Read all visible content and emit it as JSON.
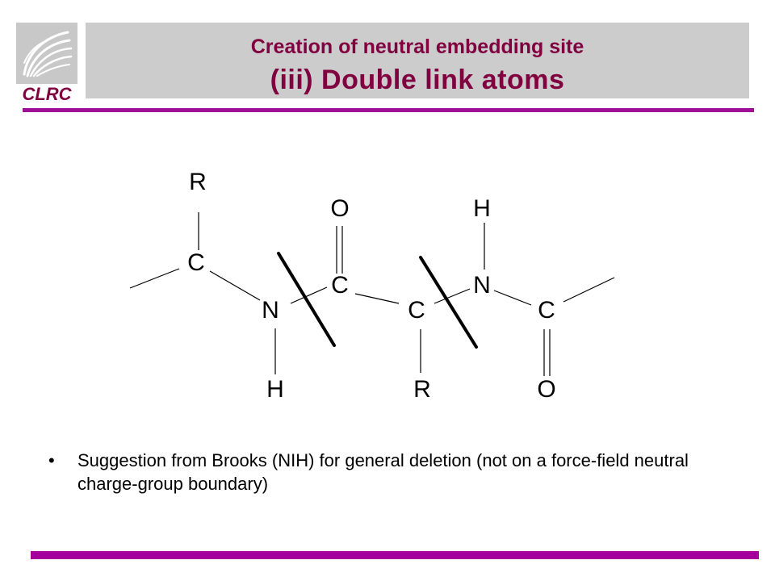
{
  "logo": {
    "text": "CLRC",
    "icon": "clrc-swirl-logo-icon",
    "text_color": "#800040"
  },
  "header": {
    "title_line1": "Creation of neutral embedding site",
    "title_line2": "(iii) Double link atoms",
    "title_color": "#800040",
    "panel_color": "#cccccc"
  },
  "accent_color": "#a5009c",
  "diagram": {
    "atoms": {
      "r_top": "R",
      "c_top": "C",
      "n_left": "N",
      "h_bottom_left": "H",
      "o_top": "O",
      "c_carbonyl": "C",
      "c_alpha": "C",
      "r_bottom": "R",
      "n_right": "N",
      "h_top_right": "H",
      "c_right": "C",
      "o_bottom_right": "O"
    }
  },
  "bullet": {
    "marker": "•",
    "text": "Suggestion from Brooks (NIH) for general deletion (not on a force-field neutral charge-group boundary)"
  }
}
